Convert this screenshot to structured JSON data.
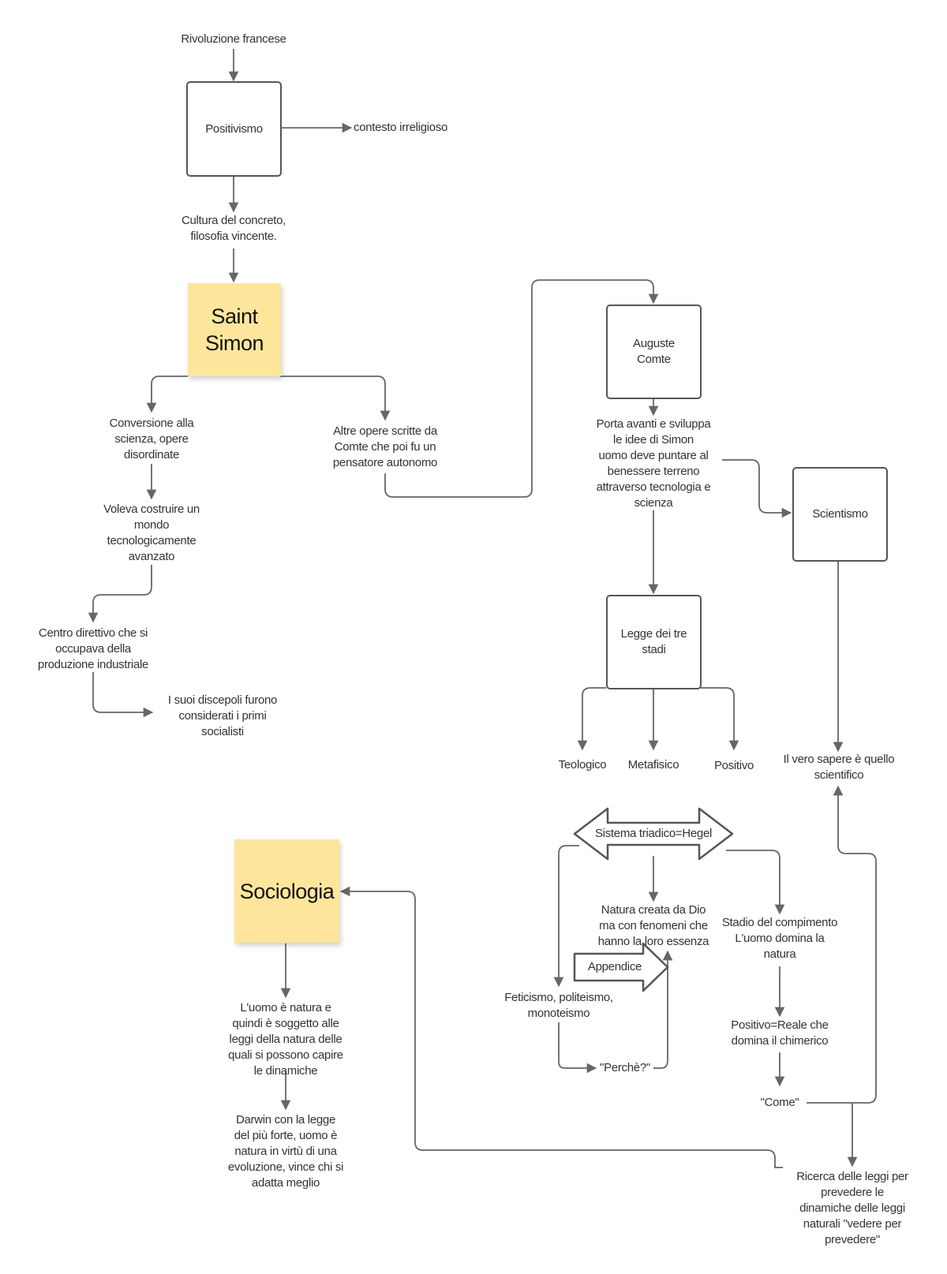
{
  "nodes": {
    "rivoluzione": "Rivoluzione francese",
    "positivismo": "Positivismo",
    "contesto": "contesto irreligioso",
    "cultura": "Cultura del concreto,\nfilosofia vincente.",
    "saint_simon": "Saint\nSimon",
    "conversione": "Conversione alla\nscienza, opere\ndisordinate",
    "altre_opere": "Altre opere scritte da\nComte che poi fu un\npensatore autonomo",
    "voleva": "Voleva costruire un\nmondo\ntecnologicamente\navanzato",
    "centro": "Centro direttivo che si\noccupava della\nproduzione industriale",
    "discepoli": "I suoi discepoli furono\nconsiderati i primi\nsocialisti",
    "auguste_comte": "Auguste\nComte",
    "porta_avanti": "Porta avanti e sviluppa\nle idee di Simon\nuomo deve puntare al\nbenessere terreno\nattraverso tecnologia e\nscienza",
    "scientismo": "Scientismo",
    "legge_tre_stadi": "Legge dei tre\nstadi",
    "teologico": "Teologico",
    "metafisico": "Metafisico",
    "positivo": "Positivo",
    "vero_sapere": "Il vero sapere è quello\nscientifico",
    "sistema_triadico": "Sistema triadico=Hegel",
    "natura_creata": "Natura creata da Dio\nma con fenomeni che\nhanno la loro essenza",
    "appendice": "Appendice",
    "stadio": "Stadio del compimento\nL'uomo domina la\nnatura",
    "feticismo": "Feticismo, politeismo,\nmonoteismo",
    "perche": "\"Perchè?\"",
    "positivo_reale": "Positivo=Reale che\ndomina il chimerico",
    "come": "\"Come\"",
    "ricerca": "Ricerca delle leggi per\nprevedere le\ndinamiche delle leggi\nnaturali \"vedere per\nprevedere\"",
    "sociologia": "Sociologia",
    "uomo_natura": "L'uomo è natura e\nquindi è soggetto alle\nleggi della natura delle\nquali si possono capire\nle dinamiche",
    "darwin": "Darwin con la legge\ndel più forte, uomo è\nnatura in virtù di una\nevoluzione, vince chi si\nadatta meglio"
  },
  "colors": {
    "sticky": "#fde69c",
    "line": "#666666",
    "border": "#555555"
  }
}
